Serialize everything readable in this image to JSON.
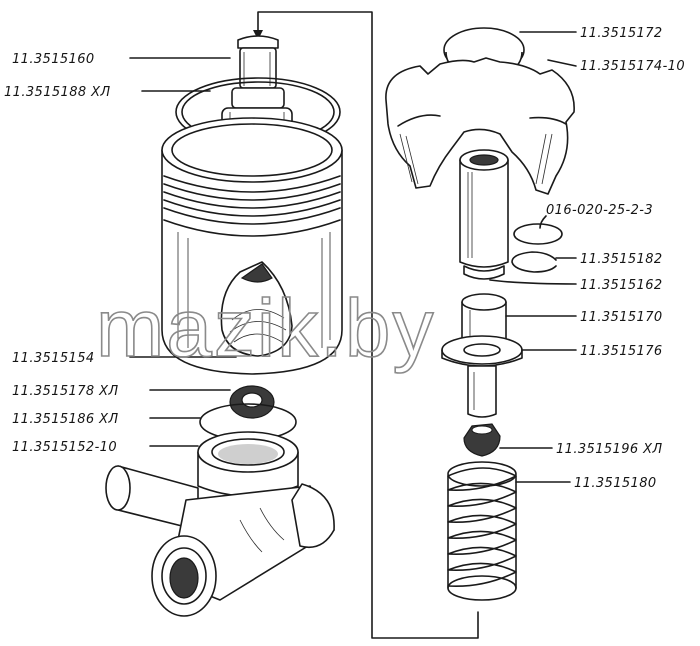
{
  "diagram": {
    "labels": {
      "l1": "11.3515160",
      "l2": "11.3515188 ХЛ",
      "l3": "11.3515154",
      "l4": "11.3515178 ХЛ",
      "l5": "11.3515186 ХЛ",
      "l6": "11.3515152-10",
      "r1": "11.3515172",
      "r2": "11.3515174-10",
      "r3": "016-020-25-2-3",
      "r4": "11.3515182",
      "r5": "11.3515162",
      "r6": "11.3515170",
      "r7": "11.3515176",
      "r8": "11.3515196 ХЛ",
      "r9": "11.3515180"
    },
    "watermark": "mazik.by"
  },
  "colors": {
    "ink": "#1a1a1a",
    "paper": "#ffffff",
    "watermark": "#8a8a8a"
  }
}
